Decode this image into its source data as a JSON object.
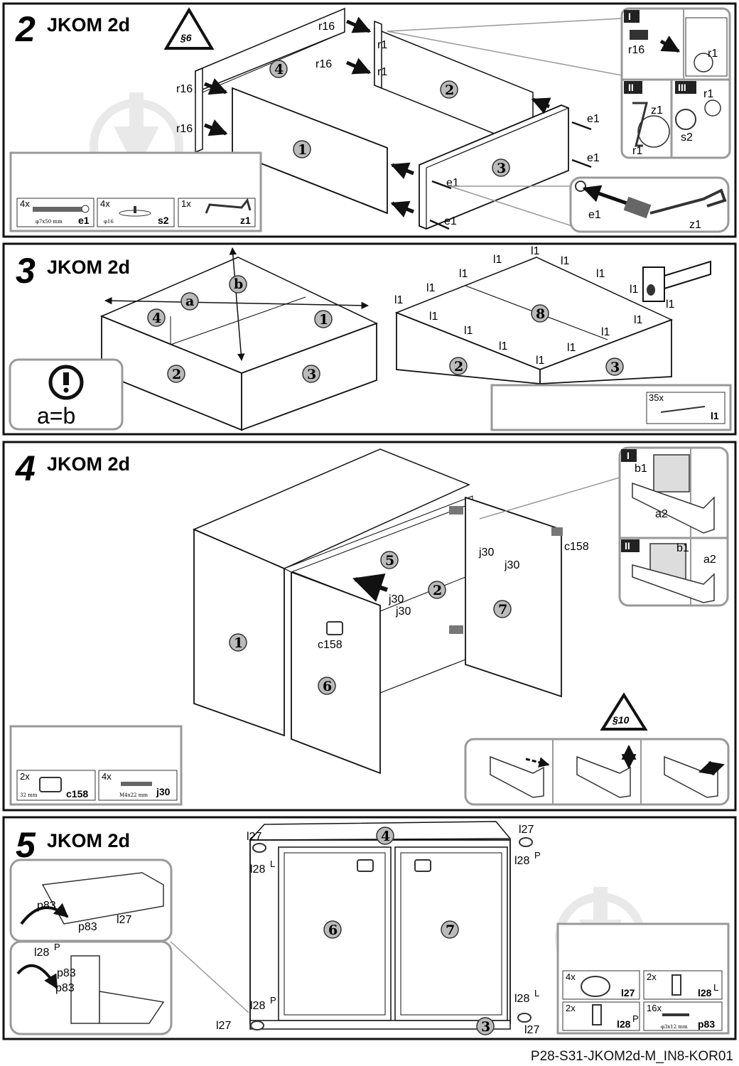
{
  "steps": [
    {
      "number": "2",
      "title": "JKOM 2d",
      "warning": "§6"
    },
    {
      "number": "3",
      "title": "JKOM 2d",
      "note": "a=b"
    },
    {
      "number": "4",
      "title": "JKOM 2d",
      "warning": "§10"
    },
    {
      "number": "5",
      "title": "JKOM 2d"
    }
  ],
  "step2": {
    "parts": [
      "1",
      "2",
      "3",
      "4"
    ],
    "labels": {
      "r16": "r16",
      "r1": "r1",
      "e1": "e1",
      "z1": "z1",
      "s2": "s2"
    },
    "insets": [
      "I",
      "II",
      "III"
    ],
    "hardware": [
      {
        "qty": "4x",
        "code": "e1",
        "size": "φ7x50 mm"
      },
      {
        "qty": "4x",
        "code": "s2",
        "size": "φ16"
      },
      {
        "qty": "1x",
        "code": "z1"
      }
    ]
  },
  "step3": {
    "parts": [
      "1",
      "2",
      "3",
      "4",
      "8"
    ],
    "dims": {
      "a": "a",
      "b": "b"
    },
    "nail": "l1",
    "hardware": [
      {
        "qty": "35x",
        "code": "l1"
      }
    ]
  },
  "step4": {
    "parts": [
      "1",
      "2",
      "5",
      "6",
      "7"
    ],
    "labels": {
      "j30": "j30",
      "c158": "c158",
      "b1": "b1",
      "a2": "a2"
    },
    "insets": [
      "I",
      "II"
    ],
    "hardware": [
      {
        "qty": "2x",
        "code": "c158",
        "size": "32 mm"
      },
      {
        "qty": "4x",
        "code": "j30",
        "size": "M4x22 mm"
      }
    ]
  },
  "step5": {
    "parts": [
      "3",
      "4",
      "6",
      "7"
    ],
    "labels": {
      "l27": "l27",
      "l28L": "l28",
      "l28P": "l28",
      "supL": "L",
      "supP": "P",
      "p83": "p83"
    },
    "hardware": [
      {
        "qty": "4x",
        "code": "l27"
      },
      {
        "qty": "2x",
        "code": "l28",
        "sup": "L"
      },
      {
        "qty": "2x",
        "code": "l28",
        "sup": "P"
      },
      {
        "qty": "16x",
        "code": "p83",
        "size": "φ3x12 mm"
      }
    ]
  },
  "footer": "P28-S31-JKOM2d-M_IN8-KOR01"
}
